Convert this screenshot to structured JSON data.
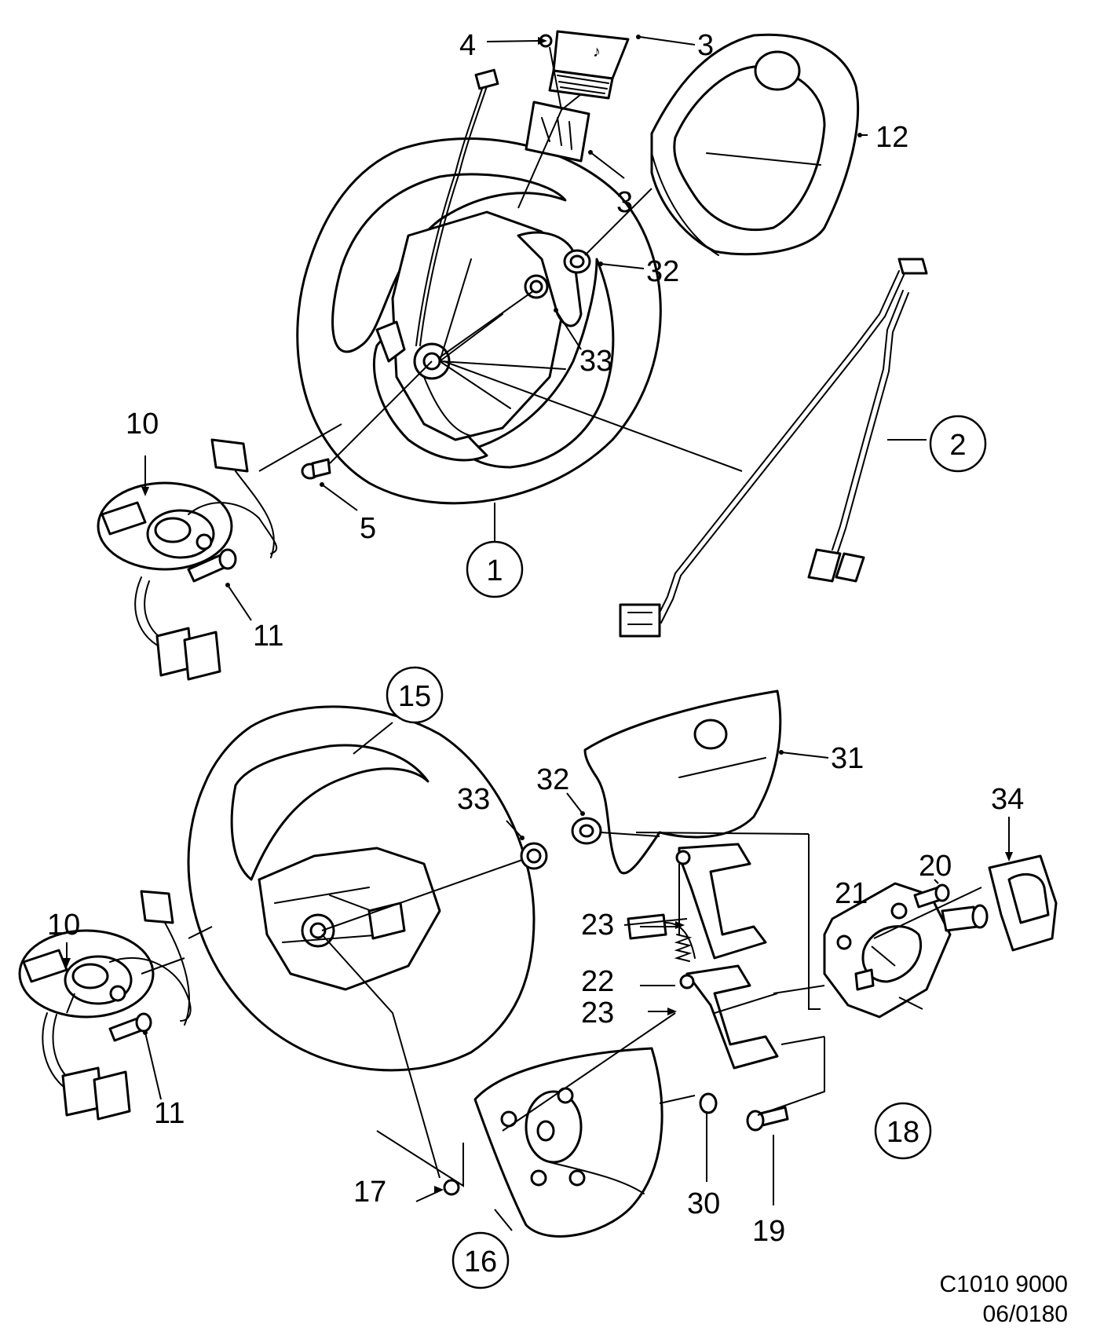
{
  "diagram": {
    "callouts": [
      {
        "id": "c1",
        "label": "1",
        "circled": true
      },
      {
        "id": "c2",
        "label": "2",
        "circled": true
      },
      {
        "id": "c3a",
        "label": "3",
        "circled": false
      },
      {
        "id": "c3b",
        "label": "3",
        "circled": false
      },
      {
        "id": "c4",
        "label": "4",
        "circled": false
      },
      {
        "id": "c5",
        "label": "5",
        "circled": false
      },
      {
        "id": "c10a",
        "label": "10",
        "circled": false
      },
      {
        "id": "c10b",
        "label": "10",
        "circled": false
      },
      {
        "id": "c11a",
        "label": "11",
        "circled": false
      },
      {
        "id": "c11b",
        "label": "11",
        "circled": false
      },
      {
        "id": "c12",
        "label": "12",
        "circled": false
      },
      {
        "id": "c15",
        "label": "15",
        "circled": true
      },
      {
        "id": "c16",
        "label": "16",
        "circled": true
      },
      {
        "id": "c17",
        "label": "17",
        "circled": false
      },
      {
        "id": "c18",
        "label": "18",
        "circled": true
      },
      {
        "id": "c19",
        "label": "19",
        "circled": false
      },
      {
        "id": "c20",
        "label": "20",
        "circled": false
      },
      {
        "id": "c21",
        "label": "21",
        "circled": false
      },
      {
        "id": "c22",
        "label": "22",
        "circled": false
      },
      {
        "id": "c23a",
        "label": "23",
        "circled": false
      },
      {
        "id": "c23b",
        "label": "23",
        "circled": false
      },
      {
        "id": "c30",
        "label": "30",
        "circled": false
      },
      {
        "id": "c31",
        "label": "31",
        "circled": false
      },
      {
        "id": "c32a",
        "label": "32",
        "circled": false
      },
      {
        "id": "c32b",
        "label": "32",
        "circled": false
      },
      {
        "id": "c33a",
        "label": "33",
        "circled": false
      },
      {
        "id": "c33b",
        "label": "33",
        "circled": false
      },
      {
        "id": "c34",
        "label": "34",
        "circled": false
      }
    ],
    "reference_code": "C1010 9000",
    "reference_date": "06/0180"
  }
}
